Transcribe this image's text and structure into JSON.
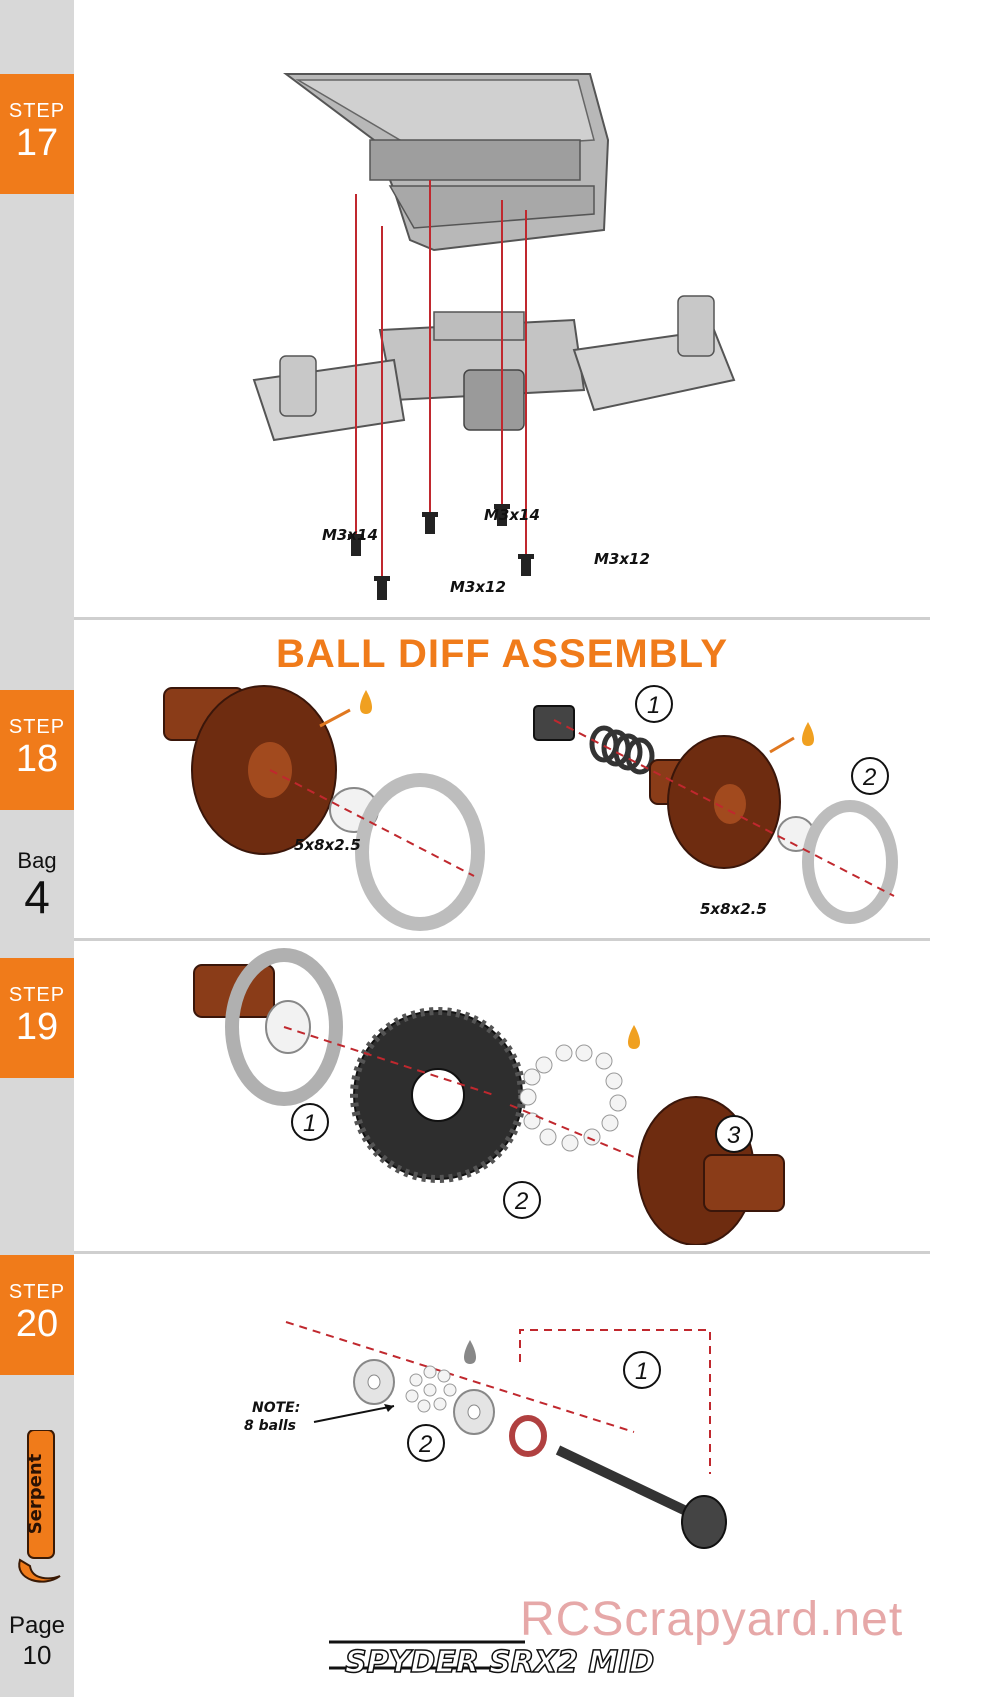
{
  "sidebar": {
    "steps": [
      {
        "label": "STEP",
        "number": "17"
      },
      {
        "label": "STEP",
        "number": "18"
      },
      {
        "label": "STEP",
        "number": "19"
      },
      {
        "label": "STEP",
        "number": "20"
      }
    ],
    "bag": {
      "label": "Bag",
      "number": "4"
    },
    "page": {
      "label": "Page",
      "number": "10"
    },
    "logo_text": "Serpent"
  },
  "section_title": "BALL DIFF ASSEMBLY",
  "step17": {
    "screws": [
      "M3x14",
      "M3x12",
      "M3x14",
      "M3x12"
    ]
  },
  "step18": {
    "bearing_left": "5x8x2.5",
    "bearing_right": "5x8x2.5",
    "callouts": [
      "1",
      "2"
    ]
  },
  "step19": {
    "callouts": [
      "1",
      "2",
      "3"
    ]
  },
  "step20": {
    "note_line1": "NOTE:",
    "note_line2": "8 balls",
    "callouts": [
      "1",
      "2"
    ]
  },
  "watermark": "RCScrapyard.net",
  "brand_text": "SPYDER SRX2 MID",
  "colors": {
    "accent": "#f07b1a",
    "sidebar": "#d8d8d8",
    "bronze": "#7a3516",
    "guide_line": "#c0282e"
  }
}
